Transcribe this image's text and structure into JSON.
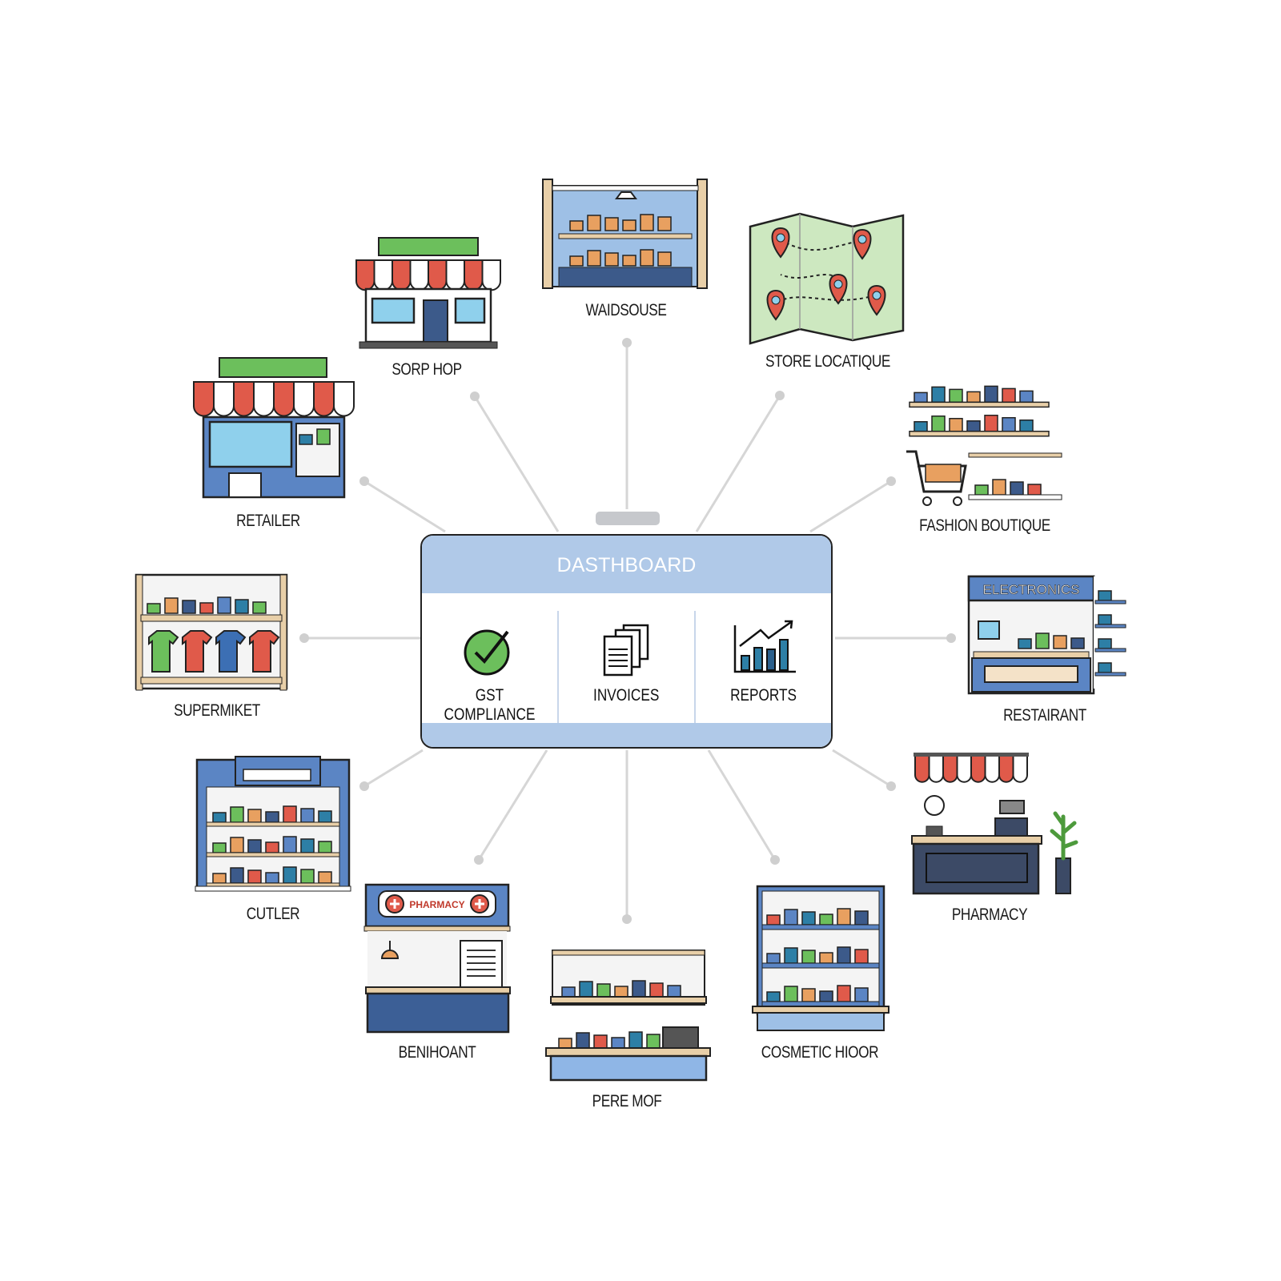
{
  "dashboard": {
    "title": "DASTHBOARD",
    "items": [
      {
        "label": "GST COMPLIANCE",
        "icon": "check-circle-icon"
      },
      {
        "label": "INVOICES",
        "icon": "documents-icon"
      },
      {
        "label": "REPORTS",
        "icon": "bar-chart-icon"
      }
    ]
  },
  "colors": {
    "accent": "#b0c9e8",
    "line": "#d6d6d6",
    "green": "#6cbf5c",
    "red": "#e05a4a",
    "blue": "#5b85c4"
  },
  "nodes": [
    {
      "label": "SORP HOP",
      "icon": "storefront-icon"
    },
    {
      "label": "WAIDSOUSE",
      "icon": "warehouse-icon"
    },
    {
      "label": "STORE LOCATIQUE",
      "icon": "map-pins-icon"
    },
    {
      "label": "FASHION BOUTIQUE",
      "icon": "shelves-cart-icon"
    },
    {
      "label": "RESTAIRANT",
      "icon": "electronics-kiosk-icon",
      "sign": "ELECTRONICS"
    },
    {
      "label": "PHARMACY",
      "icon": "counter-awning-icon"
    },
    {
      "label": "COSMETIC HIOOR",
      "icon": "cosmetic-shelves-icon"
    },
    {
      "label": "PERE MOF",
      "icon": "checkout-counter-icon"
    },
    {
      "label": "BENIHOANT",
      "icon": "pharmacy-counter-icon",
      "sign": "PHARMACY"
    },
    {
      "label": "CUTLER",
      "icon": "cabinet-shelves-icon"
    },
    {
      "label": "SUPERMIKET",
      "icon": "clothing-shelves-icon"
    },
    {
      "label": "RETAILER",
      "icon": "retail-store-icon"
    }
  ]
}
